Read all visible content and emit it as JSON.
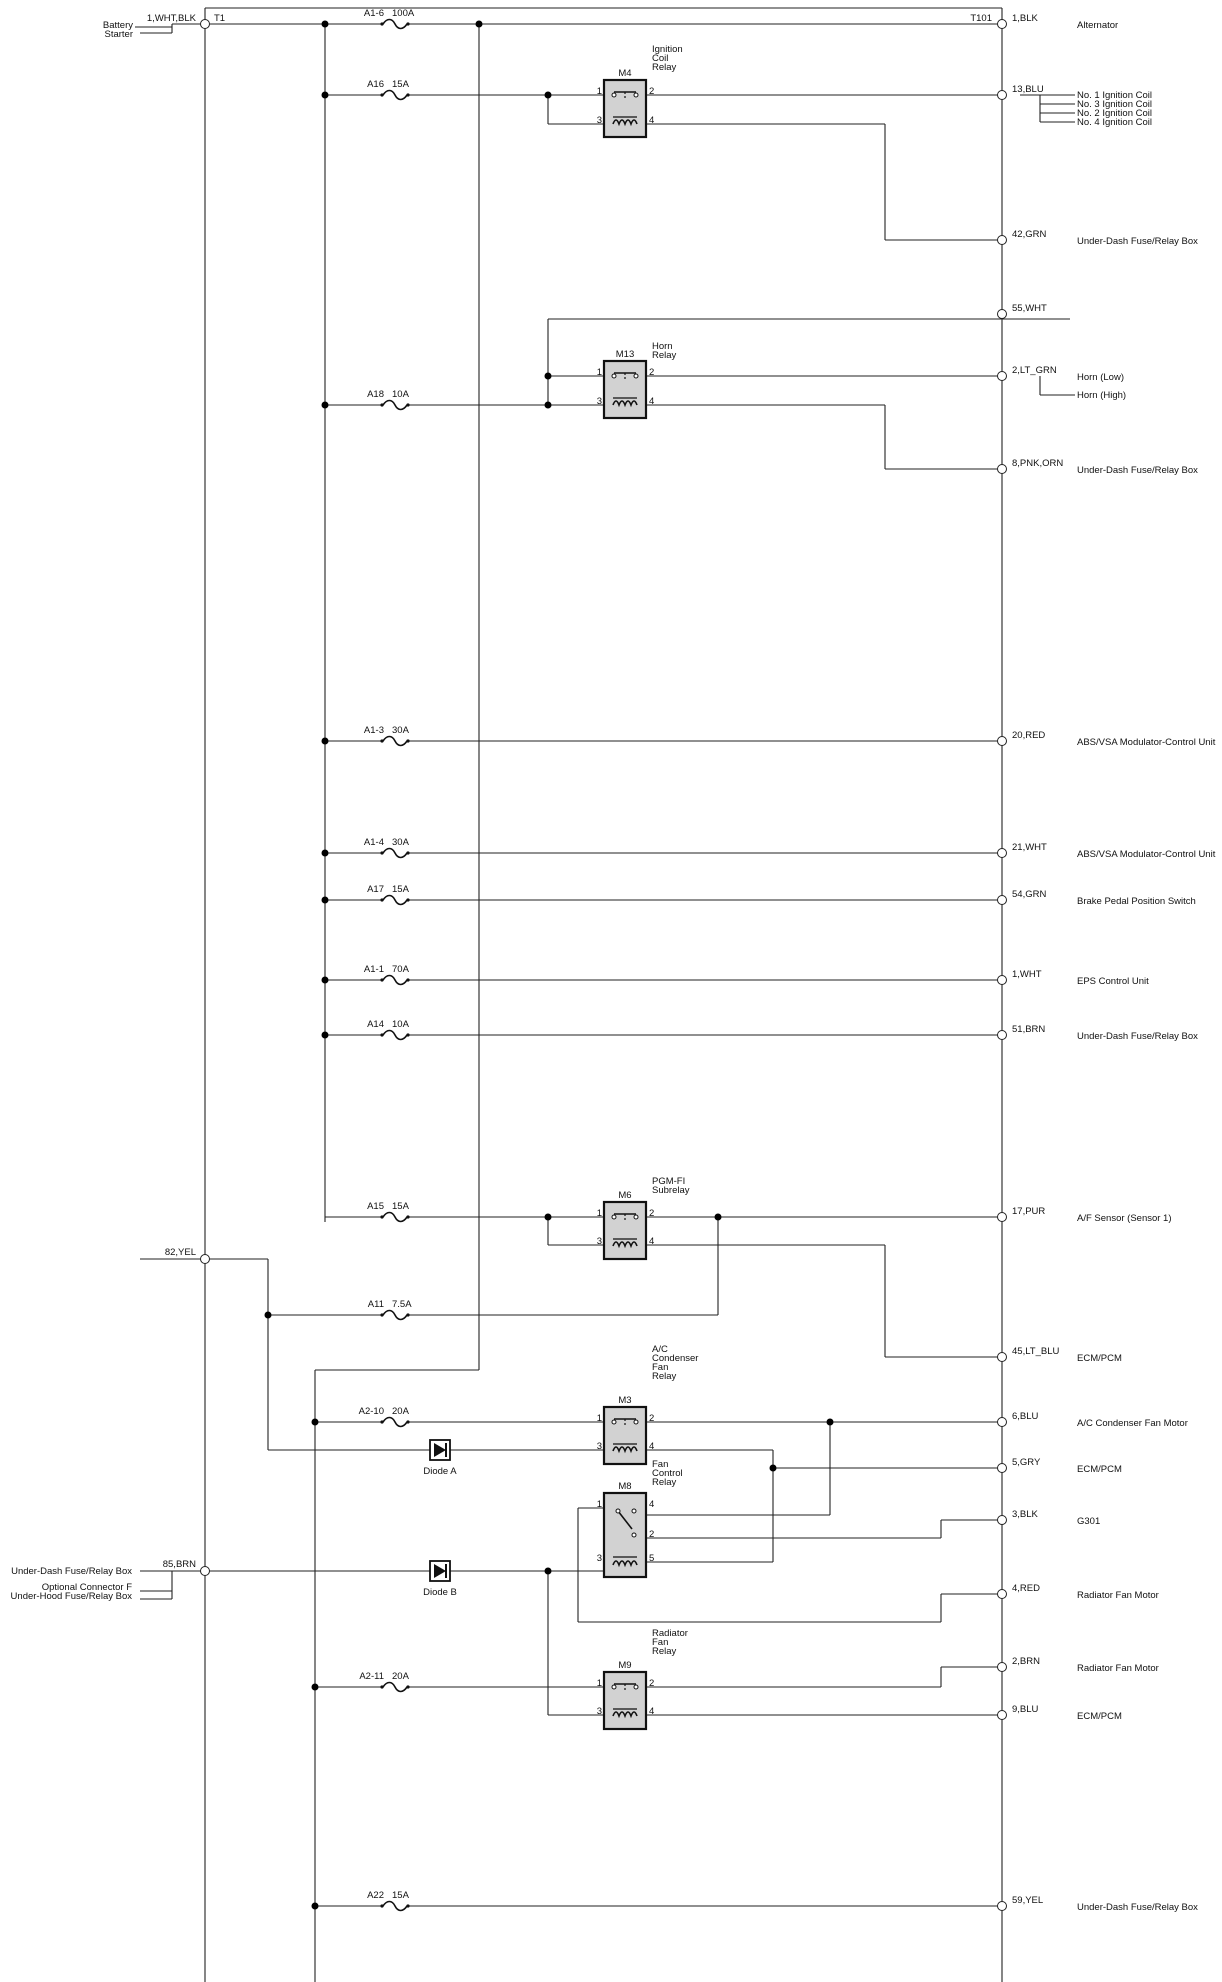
{
  "left_terminals": [
    {
      "id": "T1",
      "wire": "1,WHT,BLK",
      "dests": [
        "Battery",
        "Starter"
      ]
    },
    {
      "id": "",
      "wire": "82,YEL",
      "dests": []
    },
    {
      "id": "",
      "wire": "85,BRN",
      "dests": [
        "Under-Dash Fuse/Relay Box",
        "Optional Connector F",
        "Under-Hood Fuse/Relay Box"
      ]
    }
  ],
  "fuses": [
    {
      "id": "A1-6",
      "rating": "100A"
    },
    {
      "id": "A16",
      "rating": "15A"
    },
    {
      "id": "A18",
      "rating": "10A"
    },
    {
      "id": "A1-3",
      "rating": "30A"
    },
    {
      "id": "A1-4",
      "rating": "30A"
    },
    {
      "id": "A17",
      "rating": "15A"
    },
    {
      "id": "A1-1",
      "rating": "70A"
    },
    {
      "id": "A14",
      "rating": "10A"
    },
    {
      "id": "A15",
      "rating": "15A"
    },
    {
      "id": "A11",
      "rating": "7.5A"
    },
    {
      "id": "A2-10",
      "rating": "20A"
    },
    {
      "id": "A2-11",
      "rating": "20A"
    },
    {
      "id": "A22",
      "rating": "15A"
    }
  ],
  "relays": [
    {
      "id": "M4",
      "name": [
        "Ignition",
        "Coil",
        "Relay"
      ],
      "pins": [
        "1",
        "2",
        "3",
        "4"
      ]
    },
    {
      "id": "M13",
      "name": [
        "Horn",
        "Relay"
      ],
      "pins": [
        "1",
        "2",
        "3",
        "4"
      ]
    },
    {
      "id": "M6",
      "name": [
        "PGM-FI",
        "Subrelay"
      ],
      "pins": [
        "1",
        "2",
        "3",
        "4"
      ]
    },
    {
      "id": "M3",
      "name": [
        "A/C",
        "Condenser",
        "Fan",
        "Relay"
      ],
      "pins": [
        "1",
        "2",
        "3",
        "4"
      ]
    },
    {
      "id": "M8",
      "name": [
        "Fan",
        "Control",
        "Relay"
      ],
      "pins": [
        "1",
        "4",
        "2",
        "3",
        "5"
      ]
    },
    {
      "id": "M9",
      "name": [
        "Radiator",
        "Fan",
        "Relay"
      ],
      "pins": [
        "1",
        "2",
        "3",
        "4"
      ]
    }
  ],
  "diodes": [
    "Diode A",
    "Diode B"
  ],
  "right_terminal_label": "T101",
  "outputs": [
    {
      "wire": "1,BLK",
      "dest": "Alternator"
    },
    {
      "wire": "13,BLU",
      "dest": ""
    },
    {
      "wire": "42,GRN",
      "dest": "Under-Dash Fuse/Relay Box"
    },
    {
      "wire": "55,WHT",
      "dest": ""
    },
    {
      "wire": "2,LT_GRN",
      "dest": "Horn (Low)"
    },
    {
      "wire": "8,PNK,ORN",
      "dest": "Under-Dash Fuse/Relay Box"
    },
    {
      "wire": "20,RED",
      "dest": "ABS/VSA Modulator-Control Unit"
    },
    {
      "wire": "21,WHT",
      "dest": "ABS/VSA Modulator-Control Unit"
    },
    {
      "wire": "54,GRN",
      "dest": "Brake Pedal Position Switch"
    },
    {
      "wire": "1,WHT",
      "dest": "EPS Control Unit"
    },
    {
      "wire": "51,BRN",
      "dest": "Under-Dash Fuse/Relay Box"
    },
    {
      "wire": "17,PUR",
      "dest": "A/F Sensor (Sensor 1)"
    },
    {
      "wire": "45,LT_BLU",
      "dest": "ECM/PCM"
    },
    {
      "wire": "6,BLU",
      "dest": "A/C Condenser Fan Motor"
    },
    {
      "wire": "5,GRY",
      "dest": "ECM/PCM"
    },
    {
      "wire": "3,BLK",
      "dest": "G301"
    },
    {
      "wire": "4,RED",
      "dest": "Radiator Fan Motor"
    },
    {
      "wire": "2,BRN",
      "dest": "Radiator Fan Motor"
    },
    {
      "wire": "9,BLU",
      "dest": "ECM/PCM"
    },
    {
      "wire": "59,YEL",
      "dest": "Under-Dash Fuse/Relay Box"
    }
  ],
  "ignition_coils": [
    "No. 1 Ignition Coil",
    "No. 3 Ignition Coil",
    "No. 2 Ignition Coil",
    "No. 4 Ignition Coil"
  ],
  "horn_high": "Horn (High)"
}
